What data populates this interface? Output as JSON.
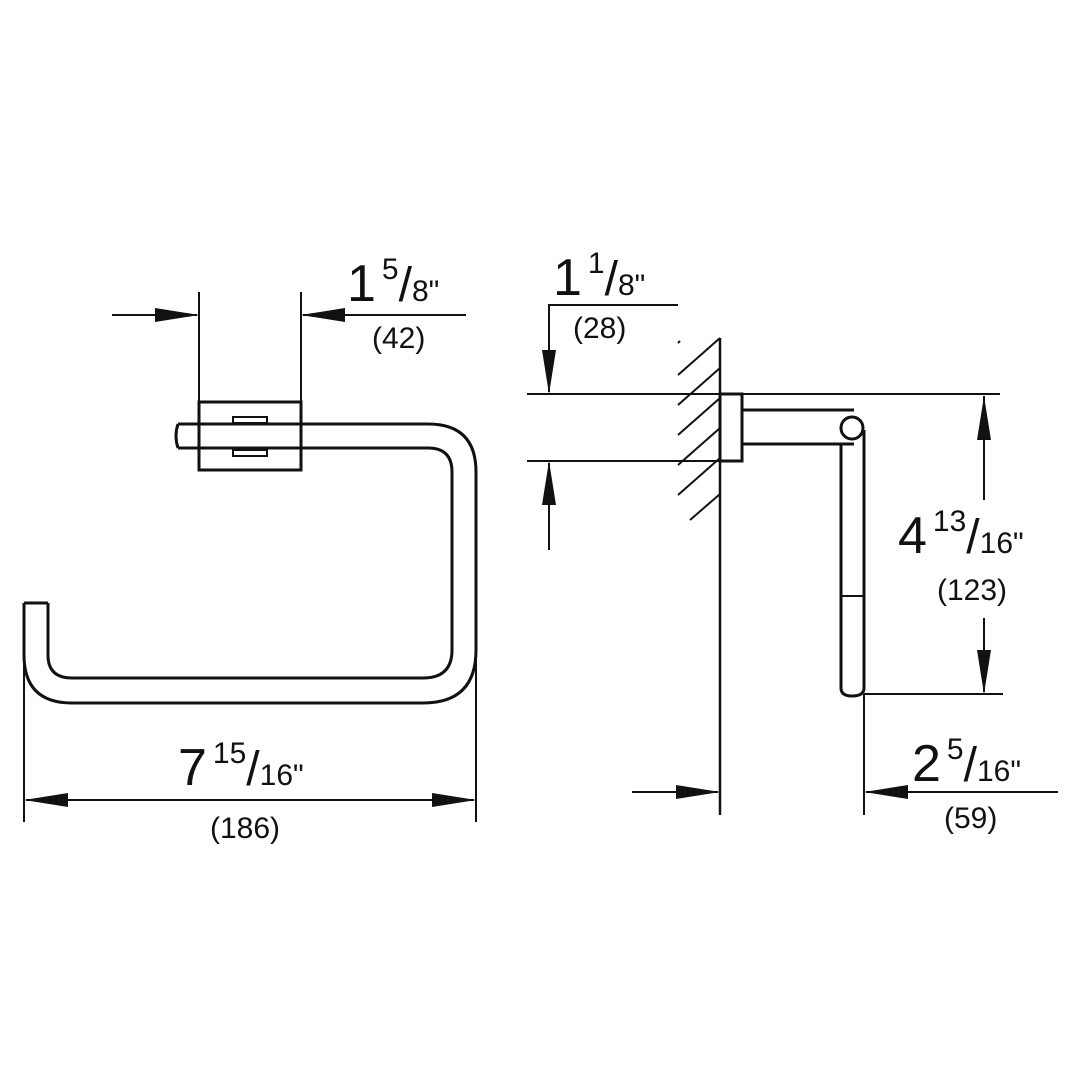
{
  "drawing": {
    "type": "technical-dimension-drawing",
    "subject": "towel ring",
    "views": [
      "front-view",
      "side-view"
    ],
    "line_color": "#111111",
    "background": "#ffffff"
  },
  "dimensions": {
    "mount_width": {
      "whole": "1",
      "num": "5",
      "den": "8\"",
      "metric": "(42)"
    },
    "mount_height": {
      "whole": "1",
      "num": "1",
      "den": "8\"",
      "metric": "(28)"
    },
    "overall_width": {
      "whole": "7",
      "num": "15",
      "den": "16\"",
      "metric": "(186)"
    },
    "ring_height": {
      "whole": "4",
      "num": "13",
      "den": "16\"",
      "metric": "(123)"
    },
    "projection": {
      "whole": "2",
      "num": "5",
      "den": "16\"",
      "metric": "(59)"
    }
  }
}
